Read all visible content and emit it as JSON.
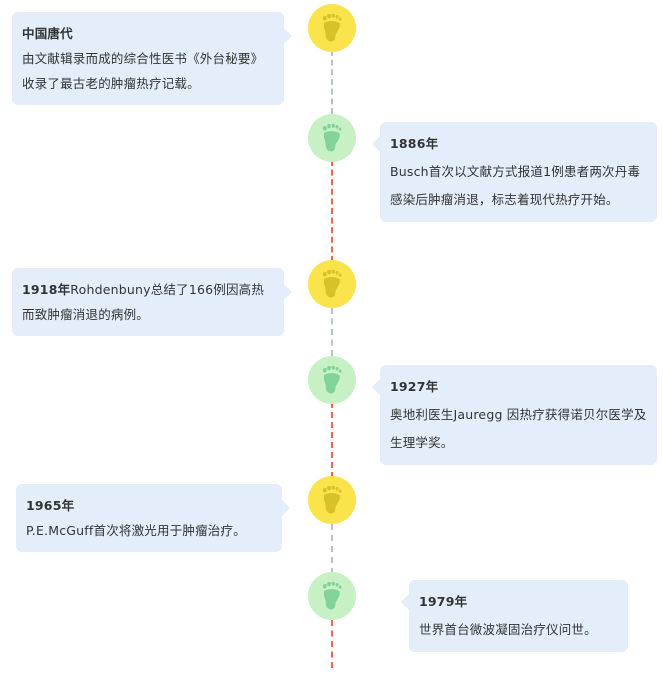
{
  "colors": {
    "node_yellow": "#fbe34c",
    "foot_yellow": "#d9c12a",
    "node_green": "#c7f1c4",
    "foot_green": "#82d39a",
    "card_bg": "#e3eefa",
    "line_grey": "#b8c4c2",
    "line_red": "#e8694a"
  },
  "events": [
    {
      "title": "中国唐代",
      "text": "由文献辑录而成的综合性医书《外台秘要》收录了最古老的肿瘤热疗记载。",
      "icon": "footprint-icon"
    },
    {
      "title": "1886年",
      "text": "Busch首次以文献方式报道1例患者两次丹毒感染后肿瘤消退，标志着现代热疗开始。",
      "icon": "footprint-icon"
    },
    {
      "title": "1918年",
      "text": "Rohdenbuny总结了166例因高热而致肿瘤消退的病例。",
      "icon": "footprint-icon"
    },
    {
      "title": "1927年",
      "text": "奥地利医生Jauregg 因热疗获得诺贝尔医学及生理学奖。",
      "icon": "footprint-icon"
    },
    {
      "title": "1965年",
      "text": "P.E.McGuff首次将激光用于肿瘤治疗。",
      "icon": "footprint-icon"
    },
    {
      "title": "1979年",
      "text": "世界首台微波凝固治疗仪问世。",
      "icon": "footprint-icon"
    }
  ]
}
